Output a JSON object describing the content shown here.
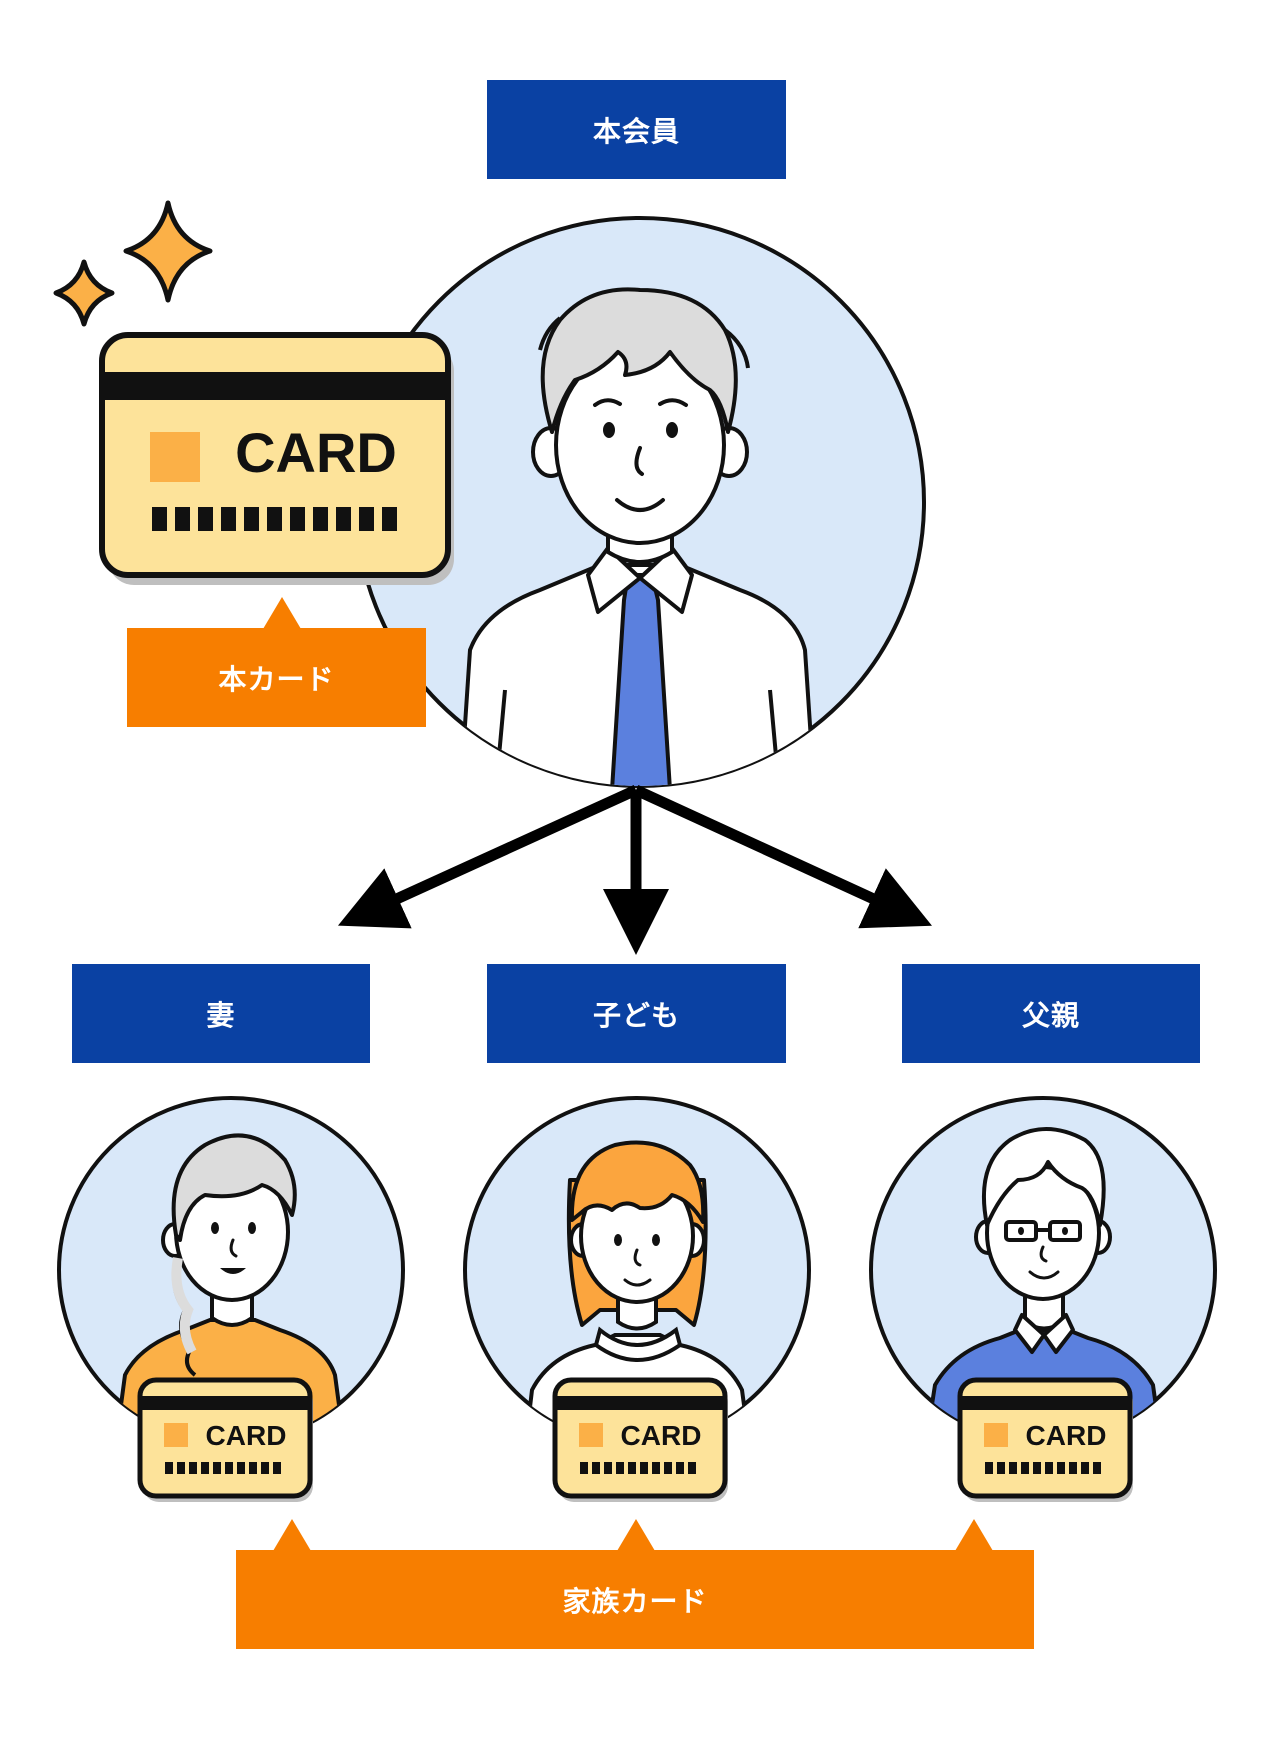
{
  "primary_member": {
    "label": "本会員"
  },
  "main_card": {
    "text": "CARD",
    "callout": "本カード"
  },
  "family": [
    {
      "label": "妻",
      "card_text": "CARD"
    },
    {
      "label": "子ども",
      "card_text": "CARD"
    },
    {
      "label": "父親",
      "card_text": "CARD"
    }
  ],
  "family_card": {
    "callout": "家族カード"
  },
  "colors": {
    "label_bg": "#0a41a3",
    "callout_bg": "#f77e00",
    "circle_bg": "#d9e8f9",
    "card_bg": "#fde39a",
    "sparkle": "#fbb047",
    "tie": "#5b80de",
    "sweater": "#5b80de",
    "wife_top": "#fbb047",
    "child_hair": "#fba53e",
    "gray_hair": "#dcdcdc"
  }
}
